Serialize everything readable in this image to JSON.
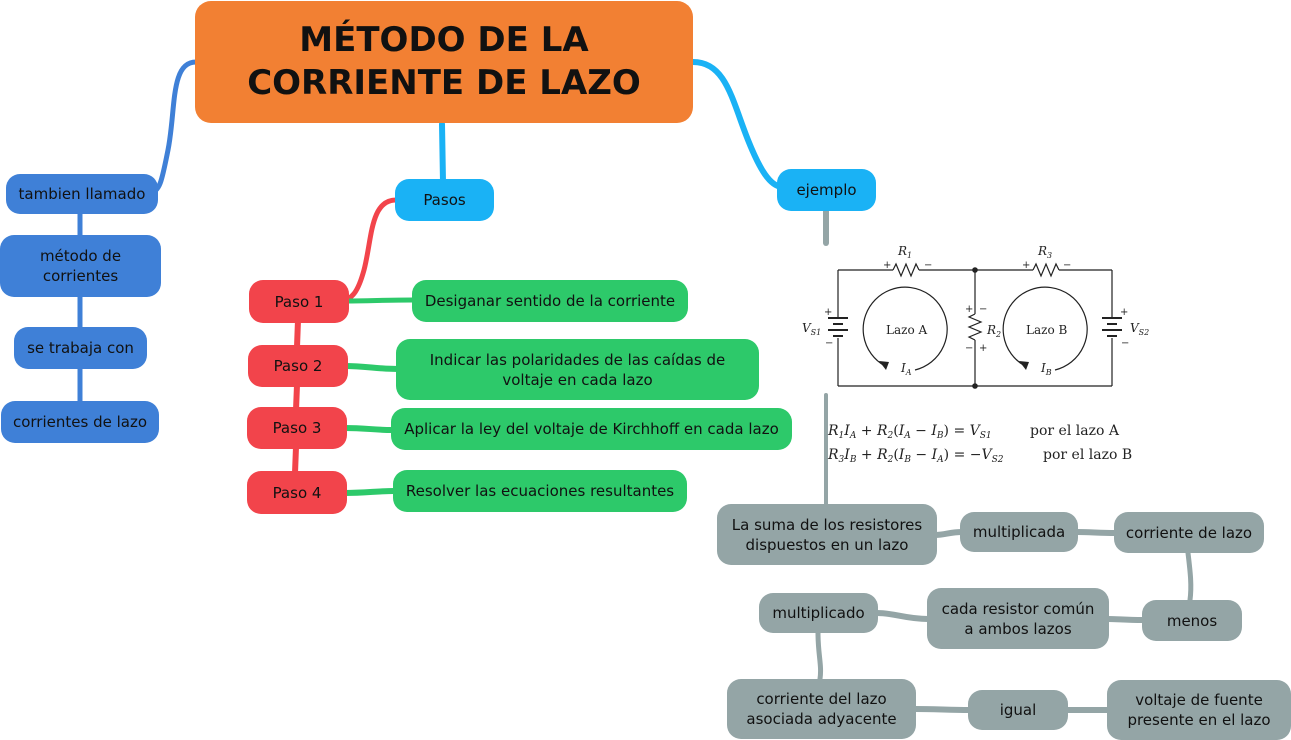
{
  "title": "MÉTODO DE LA CORRIENTE DE LAZO",
  "colors": {
    "title": "#f28033",
    "blue": "#3f80d7",
    "cyan": "#1ab2f5",
    "red": "#f2444b",
    "green": "#2dc96a",
    "grey": "#94a5a6"
  },
  "left_branch": {
    "label": "tambien llamado",
    "name": "método de corrientes",
    "connector": "se trabaja con",
    "concept": "corrientes de lazo"
  },
  "steps": {
    "label": "Pasos",
    "items": [
      {
        "step": "Paso 1",
        "text": "Desiganar sentido de la corriente"
      },
      {
        "step": "Paso 2",
        "text": "Indicar las polaridades de las caídas de voltaje en cada lazo"
      },
      {
        "step": "Paso 3",
        "text": "Aplicar la ley del voltaje de Kirchhoff en cada lazo"
      },
      {
        "step": "Paso 4",
        "text": "Resolver las ecuaciones resultantes"
      }
    ]
  },
  "example": {
    "label": "ejemplo",
    "circuit": {
      "r1": "R",
      "r1_sub": "1",
      "r2": "R",
      "r2_sub": "2",
      "r3": "R",
      "r3_sub": "3",
      "vs1": "V",
      "vs1_sub": "S1",
      "vs2": "V",
      "vs2_sub": "S2",
      "loop_a": "Lazo A",
      "loop_b": "Lazo B",
      "ia": "I",
      "ia_sub": "A",
      "ib": "I",
      "ib_sub": "B"
    },
    "equations": {
      "loop_a_label": "por el lazo A",
      "loop_b_label": "por el lazo B"
    },
    "explanation": {
      "sum_resistors": "La suma de los resistores dispuestos en un lazo",
      "multiplicada": "multiplicada",
      "loop_current": "corriente de lazo",
      "menos": "menos",
      "common_resistor": "cada resistor común a ambos lazos",
      "multiplicado": "multiplicado",
      "adjacent_current": "corriente del lazo asociada adyacente",
      "igual": "igual",
      "source_voltage": "voltaje de fuente presente en el lazo"
    }
  }
}
